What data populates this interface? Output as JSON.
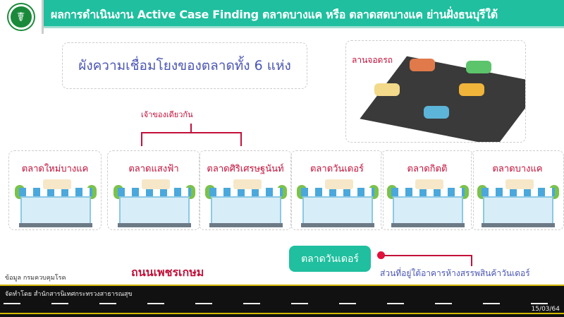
{
  "header": {
    "title": "ผลการดำเนินงาน Active Case Finding ตลาดบางแค หรือ ตลาดสดบางแค ย่านฝั่งธนบุรีใต้"
  },
  "diagram_title": "ผังความเชื่อมโยงของตลาดทั้ง 6 แห่ง",
  "parking_label": "ลานจอดรถ",
  "same_owner_label": "เจ้าของเดียวกัน",
  "markets": [
    {
      "name": "ตลาดใหม่บางแค"
    },
    {
      "name": "ตลาดแสงฟ้า"
    },
    {
      "name": "ตลาดศิริเศรษฐนันท์"
    },
    {
      "name": "ตลาดวันเดอร์"
    },
    {
      "name": "ตลาดกิตติ"
    },
    {
      "name": "ตลาดบางแค"
    }
  ],
  "road_name": "ถนนเพชรเกษม",
  "highlight_button": "ตลาดวันเดอร์",
  "highlight_note": "ส่วนที่อยู่ใต้อาคารห้างสรรพสินค้าวันเดอร์",
  "source": "ข้อมูล กรมควบคุมโรค",
  "footer": {
    "organizer": "จัดทำโดย สำนักสารนิเทศกระทรวงสาธารณสุข",
    "date": "15/03/64"
  },
  "colors": {
    "header": "#1fbf9f",
    "accent": "#c2113a",
    "blue_text": "#4b56b4"
  }
}
